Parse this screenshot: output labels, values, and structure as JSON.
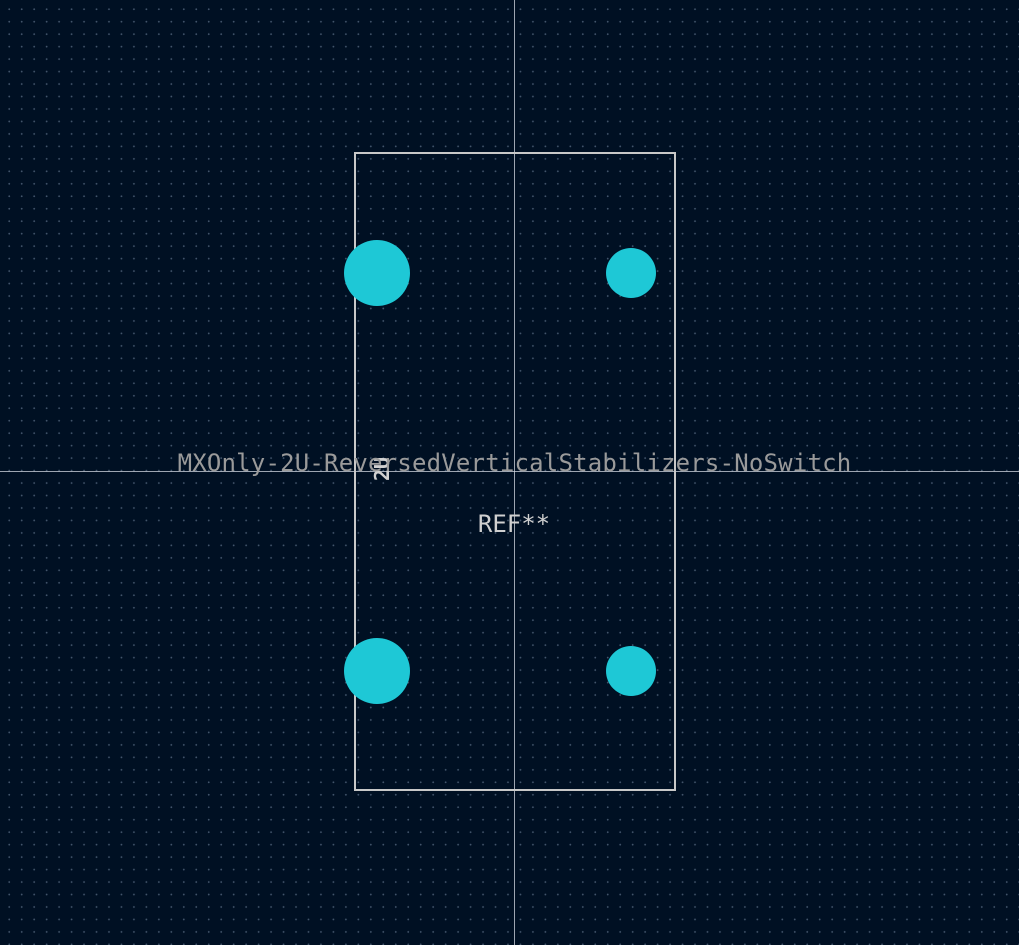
{
  "footprint": {
    "value_text": "MXOnly-2U-ReversedVerticalStabilizers-NoSwitch",
    "reference_text": "REF**",
    "silkscreen_text": "2U"
  },
  "colors": {
    "background": "#001023",
    "grid_dot": "#788ca5",
    "crosshair": "#d2d7e1",
    "outline": "#c8c8c8",
    "pad": "#1ec8d6",
    "value_text": "#9a9a9a",
    "reference_text": "#d0d0d0"
  },
  "pads": [
    {
      "name": "stabilizer-pad-top-left",
      "size": "large"
    },
    {
      "name": "stabilizer-pad-top-right",
      "size": "small"
    },
    {
      "name": "stabilizer-pad-bottom-left",
      "size": "large"
    },
    {
      "name": "stabilizer-pad-bottom-right",
      "size": "small"
    }
  ]
}
